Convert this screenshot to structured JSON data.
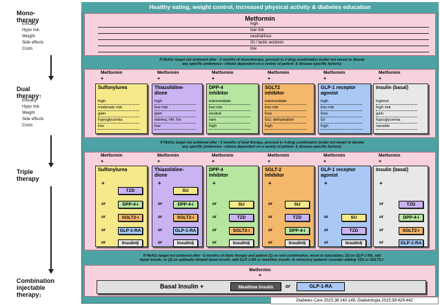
{
  "banner": "Healthy eating, weight control, increased physical activity & diabetes education",
  "stages": {
    "mono": "Mono-\ntherapy",
    "dual": "Dual\ntherapy",
    "triple": "Triple\ntherapy",
    "combo": "Combination\ninjectable\ntherapy",
    "dual_mark": "†",
    "combo_mark": "‡"
  },
  "row_labels": [
    "Efficacy*",
    "Hypo risk",
    "Weight",
    "Side effects",
    "Costs"
  ],
  "mono": {
    "title": "Metformin",
    "values": [
      "high",
      "low risk",
      "neutral/loss",
      "GI / lactic acidosis",
      "low"
    ]
  },
  "note1": "If HbA1c target not achieved after ~3 months of monotherapy, proceed to 2-drug combination (order not meant to denote\nany specific preference –choice dependent on a variety of patient- & disease-specific factors):",
  "metformin_label": "Metformin",
  "plus_sign": "+",
  "dual": [
    {
      "name": "Sulfonylurea",
      "color": "#f5e98a",
      "props": [
        "high",
        "moderate risk",
        "gain",
        "hypoglycemia",
        "low"
      ]
    },
    {
      "name": "Thiazolidine-\ndione",
      "color": "#c9b3f2",
      "props": [
        "high",
        "low risk",
        "gain",
        "edema, HF, fxs",
        "low"
      ]
    },
    {
      "name": "DPP-4\ninhibitor",
      "color": "#b6e6a0",
      "props": [
        "intermediate",
        "low risk",
        "neutral",
        "rare",
        "high"
      ]
    },
    {
      "name": "SGLT2\ninhibitor",
      "color": "#f4b86a",
      "props": [
        "intermediate",
        "low risk",
        "loss",
        "GU, dehydration",
        "high"
      ]
    },
    {
      "name": "GLP-1 receptor\nagonist",
      "color": "#a9c8f5",
      "props": [
        "high",
        "low risk",
        "loss",
        "GI",
        "high"
      ]
    },
    {
      "name": "Insulin (basal)",
      "color": "#e8e8e8",
      "props": [
        "highest",
        "high risk",
        "gain",
        "hypoglycemia",
        "variable"
      ]
    }
  ],
  "note2": "If HbA1c target not achieved after ~3 months of dual therapy, proceed to 3-drug combination (order not meant to denote\nany specific preference –choice dependent on a variety of patient- & disease-specific factors):",
  "triple": [
    {
      "name": "Sulfonylurea",
      "color": "#f5e98a",
      "opts": [
        "TZD",
        "DPP-4-i",
        "SGLT2-i",
        "GLP-1-RA",
        "Insulin§"
      ]
    },
    {
      "name": "Thiazolidine-\ndione",
      "color": "#c9b3f2",
      "opts": [
        "SU",
        "DPP-4-i",
        "SGLT2-i",
        "GLP-1-RA",
        "Insulin§"
      ]
    },
    {
      "name": "DPP-4\nInhibitor",
      "color": "#b6e6a0",
      "opts": [
        "SU",
        "TZD",
        "SGLT2-i",
        "Insulin§"
      ]
    },
    {
      "name": "SGLT-2\nInhibitor",
      "color": "#f4b86a",
      "opts": [
        "SU",
        "TZD",
        "DPP-4-i",
        "Insulin§"
      ]
    },
    {
      "name": "GLP-1 receptor\nagonist",
      "color": "#a9c8f5",
      "opts": [
        "SU",
        "TZD",
        "Insulin§"
      ]
    },
    {
      "name": "Insulin (basal)",
      "color": "#e8e8e8",
      "opts": [
        "TZD",
        "DPP-4-i",
        "SGLT2-i",
        "GLP-1-RA"
      ]
    }
  ],
  "chip_colors": {
    "TZD": "#c9b3f2",
    "SU": "#f5e98a",
    "DPP-4-i": "#b6e6a0",
    "SGLT2-i": "#f4b86a",
    "GLP-1-RA": "#a9c8f5",
    "Insulin§": "#e8e8e8"
  },
  "or_label": "or",
  "note3": "If HbA1c target not achieved after ~3 months of triple therapy and patient (1) on oral combination, move to injectables, (2) on GLP-1 RA, add\nbasal insulin, or (3) on optimally titrated basal insulin, add GLP-1-RA or mealtime insulin. In refractory patients consider adding TZD or SGLT2-i:",
  "combo": {
    "metformin": "Metformin",
    "plus": "+",
    "basal": "Basal Insulin +",
    "mealtime": "Mealtime Insulin",
    "or": "or",
    "glp1": "GLP-1-RA"
  },
  "citation": "Diabetes Care 2015;38:140-149; Diabetologia 2015;58:429-442"
}
